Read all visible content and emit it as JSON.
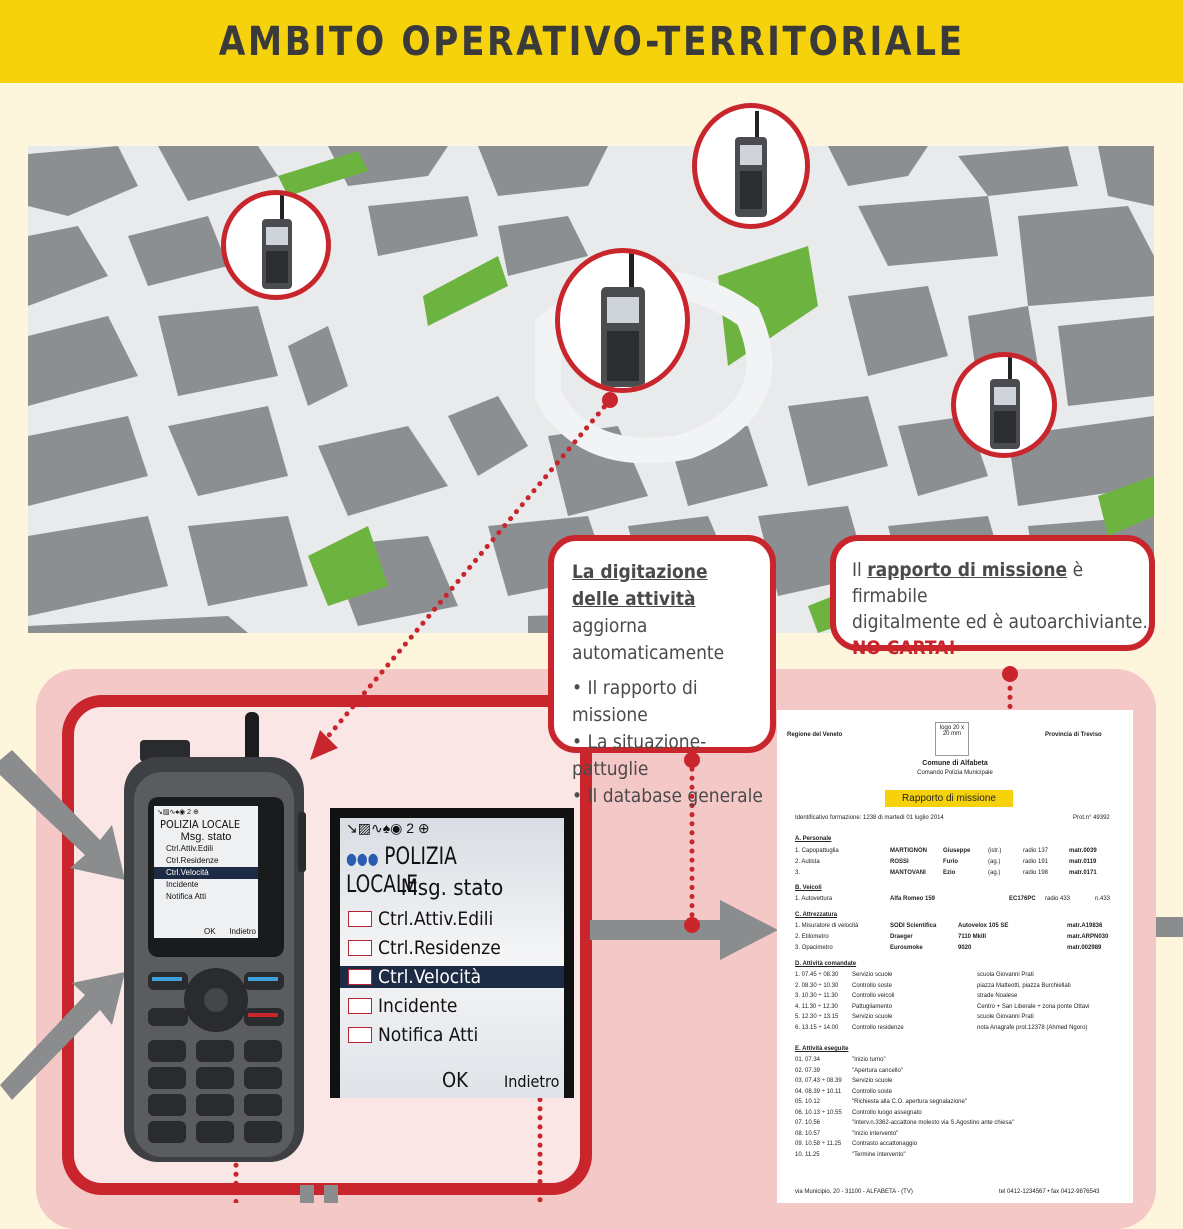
{
  "title": "AMBITO OPERATIVO-TERRITORIALE",
  "bubble1": {
    "line1": "La digitazione",
    "line2_u": "delle attività",
    "line2_rest": " aggiorna",
    "line3": "automaticamente",
    "bullets": [
      "Il rapporto di missione",
      "La situazione-pattuglie",
      "Il database generale"
    ]
  },
  "bubble2": {
    "pre": "Il ",
    "u": "rapporto di missione",
    "post": " è firmabile",
    "line2": "digitalmente ed è autoarchiviante.",
    "red": "NO CARTA!"
  },
  "screen": {
    "status_icons": "↘▨∿♠◉ 2 ⊕",
    "header": "POLIZIA LOCALE",
    "subheader": "Msg. stato",
    "items": [
      "Ctrl.Attiv.Edili",
      "Ctrl.Residenze",
      "Ctrl.Velocità",
      "Incidente",
      "Notifica Atti"
    ],
    "selected_index": 2,
    "softkey_left": "OK",
    "softkey_right": "Indietro"
  },
  "small_screen": {
    "header": "POLIZIA LOCALE",
    "subheader": "Msg. stato",
    "items": [
      "Ctrl.Attiv.Edili",
      "Ctrl.Residenze",
      "Ctrl.Velocità",
      "Incidente",
      "Notifica Atti"
    ],
    "softkey_left": "OK",
    "softkey_right": "Indietro"
  },
  "document": {
    "region": "Regione del Veneto",
    "logo": "logo 20 x 20 mm",
    "province": "Provincia di Treviso",
    "comune": "Comune di Alfabeta",
    "comando": "Comando Polizia Municipale",
    "doc_title": "Rapporto di missione",
    "ident": "Identificativo formazione: 1238 di martedì 01 luglio 2014",
    "prot": "Prot.n° 49392",
    "sec_a": "A. Personale",
    "personale": [
      [
        "1. Capopattuglia",
        "MARTIGNON",
        "Giuseppe",
        "(istr.)",
        "radio 137",
        "matr.0039"
      ],
      [
        "2. Autista",
        "ROSSI",
        "Furio",
        "(ag.)",
        "radio 191",
        "matr.0119"
      ],
      [
        "3.",
        "MANTOVANI",
        "Ezio",
        "(ag.)",
        "radio 198",
        "matr.0171"
      ]
    ],
    "sec_b": "B. Veicoli",
    "veicoli": [
      "1. Autovettura",
      "Alfa Romeo 159",
      "EC176PC",
      "radio 433",
      "n.433"
    ],
    "sec_c": "C. Attrezzatura",
    "attrezzatura": [
      [
        "1. Misuratore di velocità",
        "SODI Scientifica",
        "Autovelox 105 SE",
        "matr.A19836"
      ],
      [
        "2. Etilometro",
        "Draeger",
        "7110 MkIII",
        "matr.ARPN030"
      ],
      [
        "3. Opacimetro",
        "Eurosmoke",
        "9020",
        "matr.002989"
      ]
    ],
    "sec_d": "D. Attività comandate",
    "comandate": [
      [
        "1. 07.45 ÷ 08.30",
        "Servizio scuole",
        "scuola Giovanni Prati"
      ],
      [
        "2. 08.30 ÷ 10.30",
        "Controllo soste",
        "piazza Matteotti, piazza Burchiellati"
      ],
      [
        "3. 10.30 ÷ 11.30",
        "Controllo veicoli",
        "strade Noalese"
      ],
      [
        "4. 11.30 ÷ 12.30",
        "Pattugliamento",
        "Centro + San Liberale + zona ponte Ottavi"
      ],
      [
        "5. 12.30 ÷ 13.15",
        "Servizio scuole",
        "scuole Giovanni Prati"
      ],
      [
        "6. 13.15 ÷ 14.00",
        "Controllo residenze",
        "nota Anagrafe prot.12378 (Ahmed Ngoro)"
      ]
    ],
    "sec_e": "E. Attività eseguite",
    "eseguite": [
      [
        "01. 07.34",
        "\"Inizio turno\""
      ],
      [
        "02. 07.39",
        "\"Apertura cancello\""
      ],
      [
        "03. 07.43 ÷ 08.39",
        "Servizio scuole"
      ],
      [
        "04. 08.39 ÷ 10.11",
        "Controllo soste"
      ],
      [
        "05. 10.12",
        "\"Richiesta alla C.O. apertura segnalazione\""
      ],
      [
        "06. 10.13 ÷ 10.55",
        "Controllo luogo assegnato"
      ],
      [
        "07. 10.56",
        "\"Interv.n.3362-accattone molesto via S.Agostino ante chiesa\""
      ],
      [
        "08. 10.57",
        "\"Inizio intervento\""
      ],
      [
        "09. 10.58 ÷ 11.25",
        "Contrasto accattonaggio"
      ],
      [
        "10. 11.25",
        "\"Termine intervento\""
      ]
    ],
    "footer": "via Municipio, 20 - 31100 - ALFABETA - (TV)",
    "footer_right": "tel 0412-1234567 • fax 0412-9876543"
  },
  "colors": {
    "accent_red": "#c8262c",
    "banner_yellow": "#f5d20c",
    "park_green": "#6db33f",
    "block_gray": "#8a8d90"
  }
}
